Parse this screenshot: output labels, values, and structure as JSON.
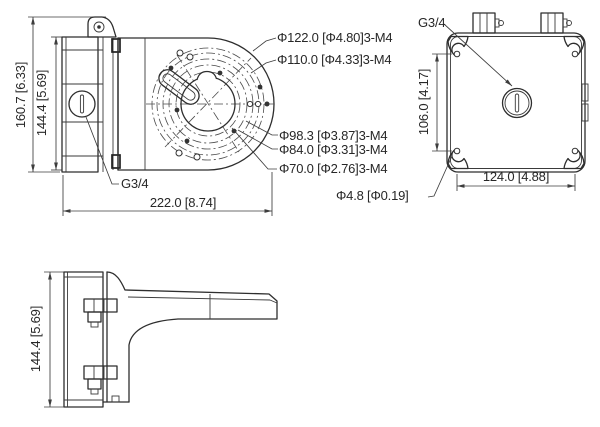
{
  "colors": {
    "background": "#ffffff",
    "line": "#2e2e2e",
    "text": "#272727"
  },
  "side_view": {
    "dim_height_overall": "160.7 [6.33]",
    "dim_height_body": "144.4 [5.69]",
    "dim_width": "222.0 [8.74]",
    "thread_label": "G3/4",
    "circle_labels": {
      "d122": "Φ122.0 [Φ4.80]3-M4",
      "d110": "Φ110.0 [Φ4.33]3-M4",
      "d98": "Φ98.3 [Φ3.87]3-M4",
      "d84": "Φ84.0 [Φ3.31]3-M4",
      "d70": "Φ70.0 [Φ2.76]3-M4"
    }
  },
  "back_view": {
    "thread_label": "G3/4",
    "dim_height": "106.0 [4.17]",
    "dim_width": "124.0 [4.88]",
    "hole_label": "Φ4.8 [Φ0.19]"
  },
  "profile_view": {
    "dim_height": "144.4 [5.69]"
  }
}
